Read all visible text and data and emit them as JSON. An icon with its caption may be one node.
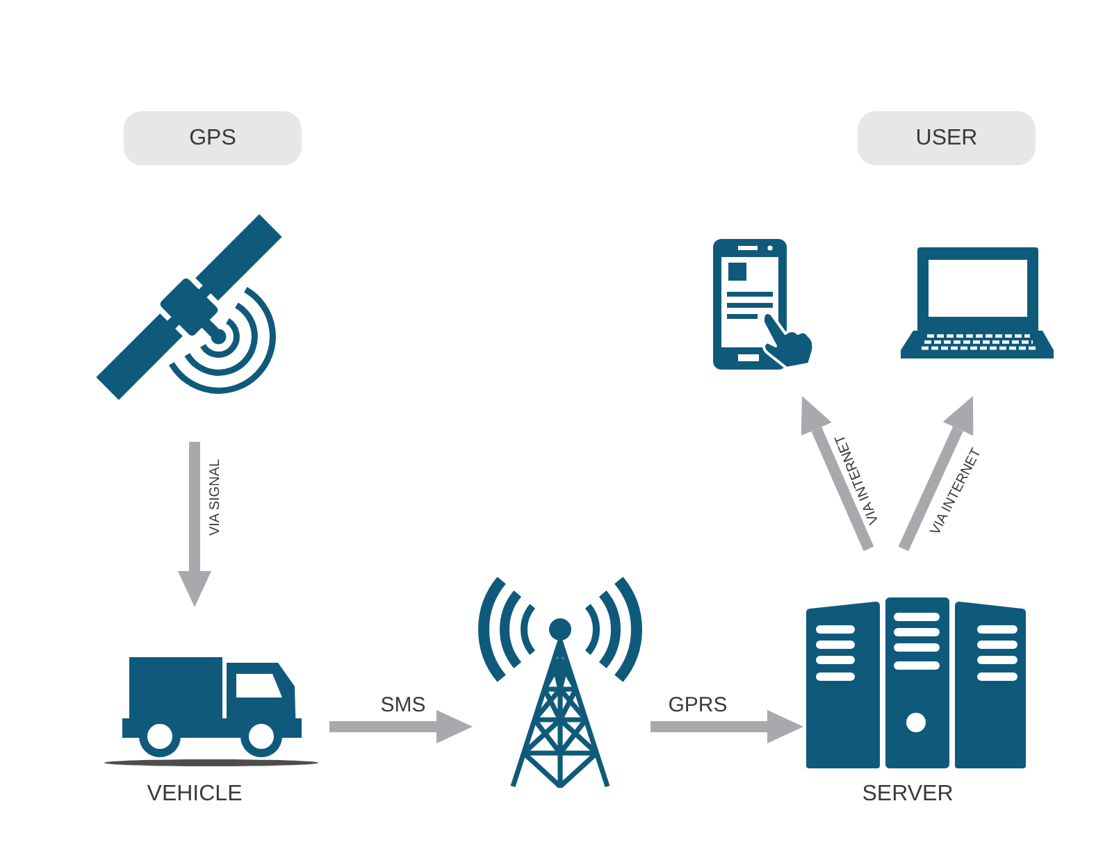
{
  "diagram": {
    "nodes": [
      {
        "text": [
          "GPS"
        ]
      },
      {
        "text": [
          "USER"
        ]
      },
      {
        "text": [],
        "shape": "picture"
      },
      {
        "text": [],
        "shape": "picture"
      },
      {
        "text": [],
        "shape": "picture"
      },
      {
        "text": [
          "VEHICLE"
        ]
      },
      {
        "text": [],
        "shape": "picture"
      },
      {
        "text": [
          "SERVER"
        ]
      }
    ],
    "edges": [
      {
        "from": 2,
        "to": 5,
        "arrow": "to",
        "label": "VIA SIGNAL"
      },
      {
        "from": 5,
        "to": 6,
        "arrow": "to",
        "label": "SMS"
      },
      {
        "from": 6,
        "to": 7,
        "arrow": "to",
        "label": "GPRS"
      },
      {
        "from": 7,
        "to": 3,
        "arrow": "to",
        "label": "VIA INTERNET"
      },
      {
        "from": 7,
        "to": 4,
        "arrow": "to",
        "label": "VIA INTERNET"
      }
    ]
  }
}
